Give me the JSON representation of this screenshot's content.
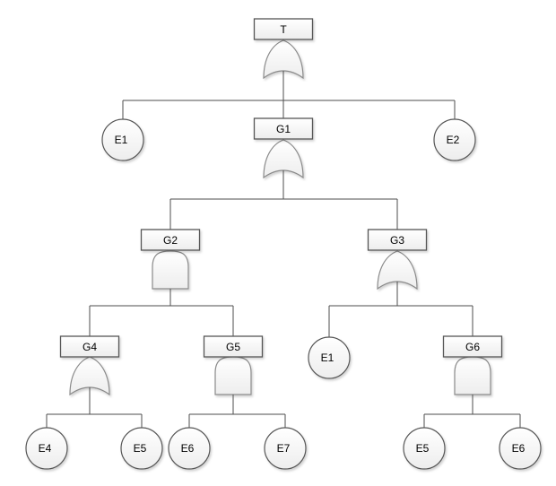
{
  "diagram": {
    "type": "fault-tree",
    "colors": {
      "background": "#ffffff",
      "node_fill_top": "#ffffff",
      "node_fill_bottom": "#ededed",
      "event_border": "#575757",
      "gate_border": "#8a8a8a",
      "connector": "#4d4d4d",
      "text": "#000000"
    },
    "nodes": {
      "t": {
        "label": "T",
        "shape": "rectangle",
        "gate": "OR"
      },
      "g1": {
        "label": "G1",
        "shape": "rectangle",
        "gate": "OR"
      },
      "g2": {
        "label": "G2",
        "shape": "rectangle",
        "gate": "AND"
      },
      "g3": {
        "label": "G3",
        "shape": "rectangle",
        "gate": "OR"
      },
      "g4": {
        "label": "G4",
        "shape": "rectangle",
        "gate": "OR"
      },
      "g5": {
        "label": "G5",
        "shape": "rectangle",
        "gate": "AND"
      },
      "g6": {
        "label": "G6",
        "shape": "rectangle",
        "gate": "AND"
      },
      "e1_top": {
        "label": "E1",
        "shape": "circle"
      },
      "e2": {
        "label": "E2",
        "shape": "circle"
      },
      "e1_mid": {
        "label": "E1",
        "shape": "circle"
      },
      "e4": {
        "label": "E4",
        "shape": "circle"
      },
      "e5_left": {
        "label": "E5",
        "shape": "circle"
      },
      "e6_left": {
        "label": "E6",
        "shape": "circle"
      },
      "e7": {
        "label": "E7",
        "shape": "circle"
      },
      "e5_right": {
        "label": "E5",
        "shape": "circle"
      },
      "e6_right": {
        "label": "E6",
        "shape": "circle"
      }
    },
    "tree": {
      "T": {
        "gate": "OR",
        "children": [
          "E1",
          "G1",
          "E2"
        ]
      },
      "G1": {
        "gate": "OR",
        "children": [
          "G2",
          "G3"
        ]
      },
      "G2": {
        "gate": "AND",
        "children": [
          "G4",
          "G5"
        ]
      },
      "G3": {
        "gate": "OR",
        "children": [
          "E1",
          "G6"
        ]
      },
      "G4": {
        "gate": "OR",
        "children": [
          "E4",
          "E5"
        ]
      },
      "G5": {
        "gate": "AND",
        "children": [
          "E6",
          "E7"
        ]
      },
      "G6": {
        "gate": "AND",
        "children": [
          "E5",
          "E6"
        ]
      }
    }
  }
}
